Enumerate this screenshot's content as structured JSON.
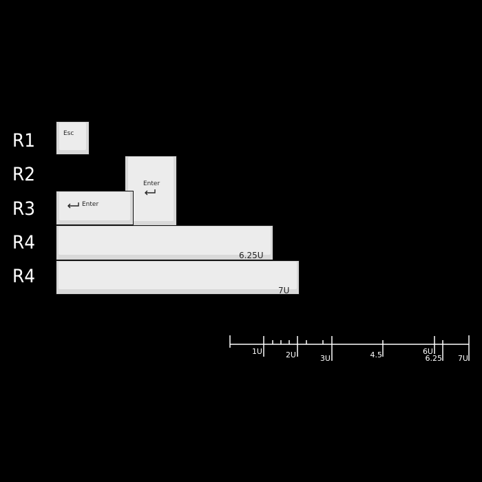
{
  "rows": [
    "R1",
    "R2",
    "R3",
    "R4",
    "R4"
  ],
  "keys": {
    "esc": "Esc",
    "enter_vertical": "Enter",
    "enter_horizontal": "Enter",
    "spacebar_625": "6.25U",
    "spacebar_7": "7U"
  },
  "ruler": {
    "labels": [
      "1U",
      "2U",
      "3U",
      "4.5",
      "6U",
      "6.25",
      "7U"
    ]
  },
  "colors": {
    "background": "#000000",
    "keycap": "#ececec",
    "ruler": "#ffffff"
  }
}
